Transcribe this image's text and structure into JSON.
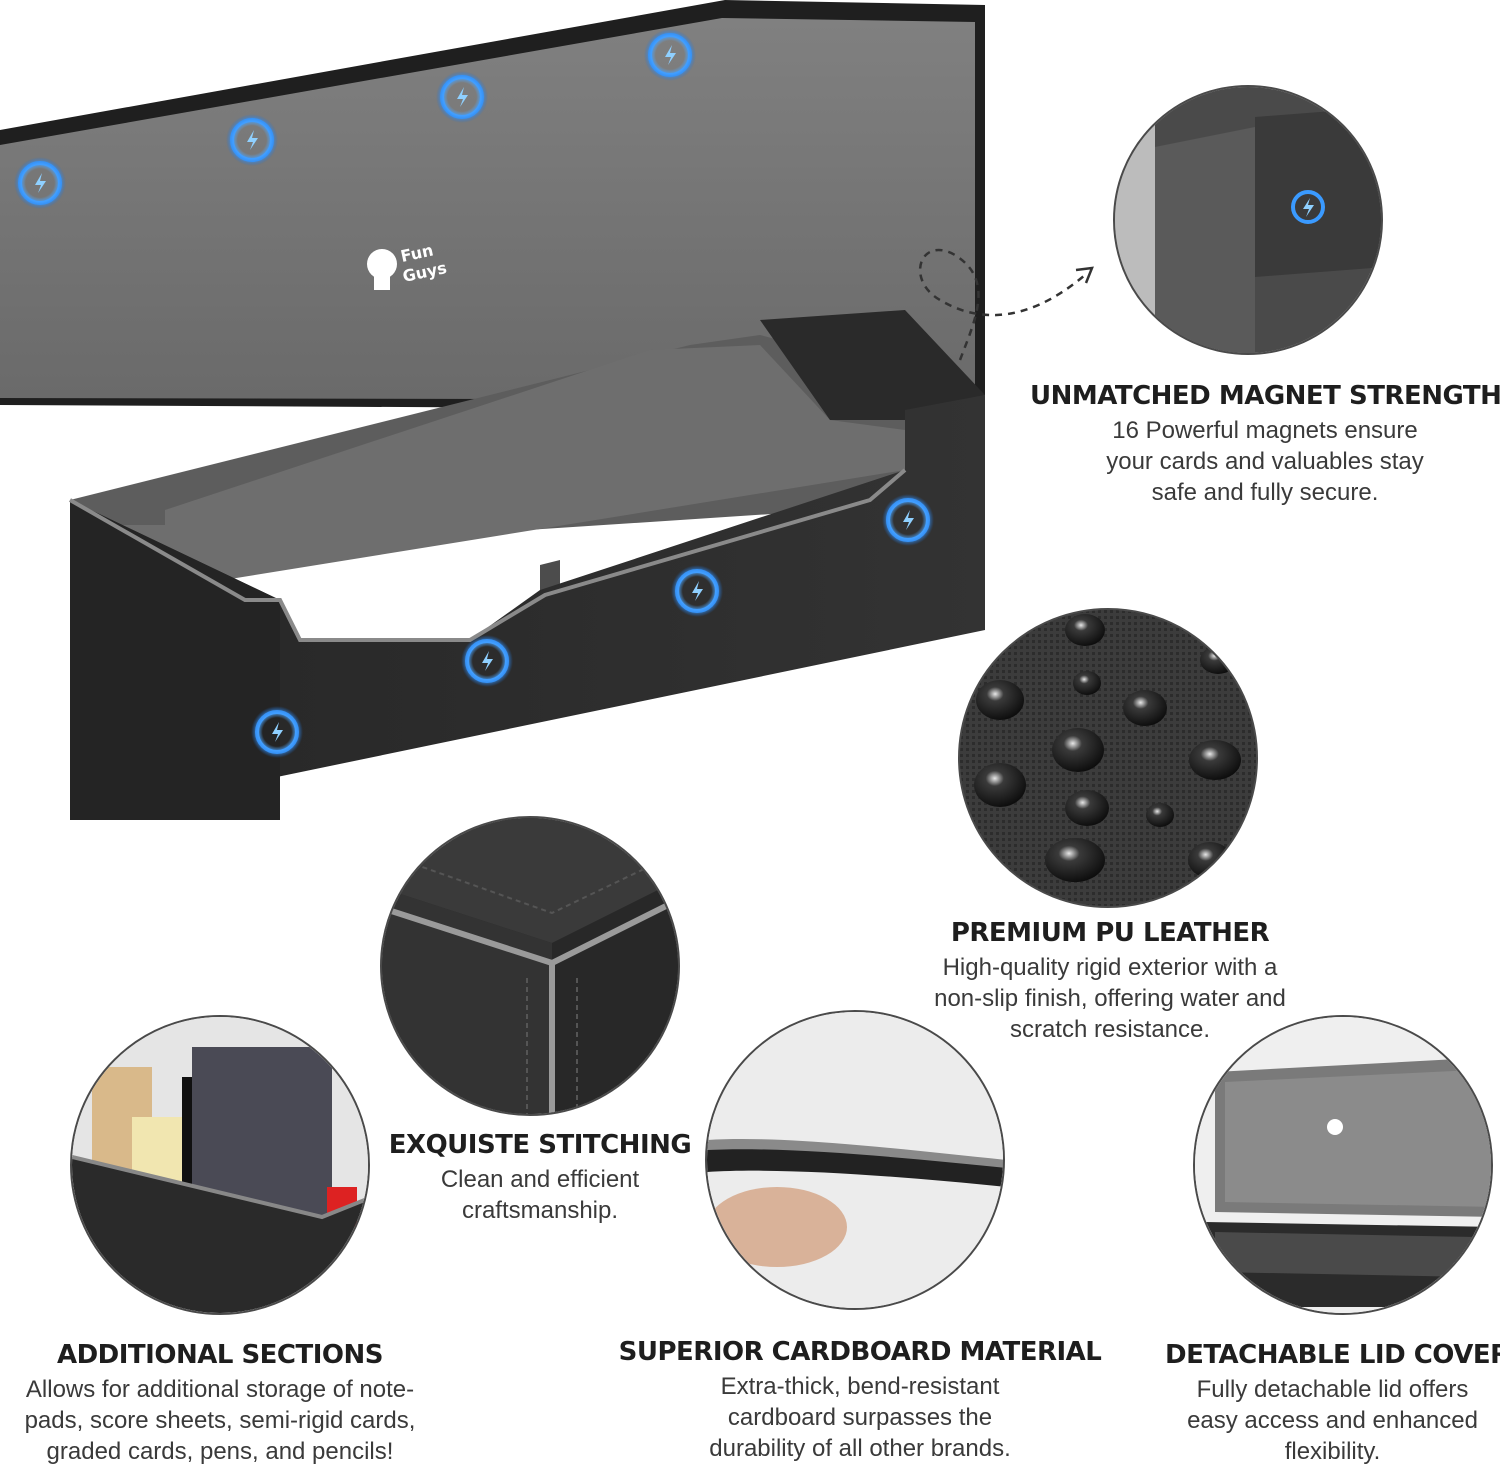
{
  "brand": {
    "logo_text_line1": "Fun",
    "logo_text_line2": "Guys"
  },
  "features": {
    "magnet": {
      "title": "UNMATCHED MAGNET STRENGTH",
      "lines": [
        "16 Powerful magnets ensure",
        "your cards and valuables stay",
        "safe and fully secure."
      ]
    },
    "leather": {
      "title": "PREMIUM PU LEATHER",
      "lines": [
        "High-quality rigid exterior with a",
        "non-slip finish, offering water and",
        "scratch resistance."
      ]
    },
    "stitching": {
      "title": "EXQUISTE STITCHING",
      "lines": [
        "Clean and efficient",
        "craftsmanship."
      ]
    },
    "sections": {
      "title": "ADDITIONAL SECTIONS",
      "lines": [
        "Allows for additional storage of note-",
        "pads, score sheets, semi-rigid cards,",
        "graded cards, pens, and pencils!"
      ]
    },
    "cardboard": {
      "title": "SUPERIOR CARDBOARD MATERIAL",
      "lines": [
        "Extra-thick, bend-resistant",
        "cardboard surpasses the",
        "durability of all other brands."
      ]
    },
    "lid": {
      "title": "DETACHABLE LID COVER",
      "lines": [
        "Fully detachable lid offers",
        "easy access and enhanced",
        "flexibility."
      ]
    }
  },
  "colors": {
    "box_exterior": "#2b2b2b",
    "box_interior": "#6f6f6f",
    "magnet_glow": "#2f8fe8",
    "heading": "#1e1e1e",
    "body_text": "#3a3a3a"
  },
  "icons": [
    "magnet-icon",
    "arrow-icon"
  ]
}
